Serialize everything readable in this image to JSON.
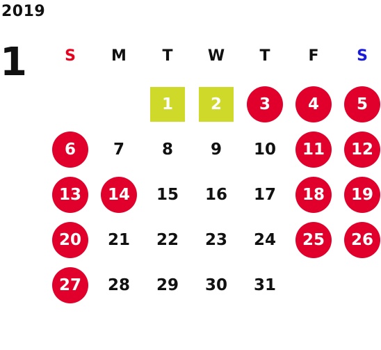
{
  "calendar": {
    "year": "2019",
    "month": "1",
    "weekdays": [
      "S",
      "M",
      "T",
      "W",
      "T",
      "F",
      "S"
    ],
    "colors": {
      "sunday_label": "#e8001c",
      "saturday_label": "#1a1adc",
      "holiday": "#e0002b",
      "highlight": "#cfd92a",
      "text": "#111111"
    },
    "first_weekday": 2,
    "days": [
      {
        "label": "1",
        "style": "highlight"
      },
      {
        "label": "2",
        "style": "highlight"
      },
      {
        "label": "3",
        "style": "holiday"
      },
      {
        "label": "4",
        "style": "holiday"
      },
      {
        "label": "5",
        "style": "holiday"
      },
      {
        "label": "6",
        "style": "holiday"
      },
      {
        "label": "7",
        "style": "plain"
      },
      {
        "label": "8",
        "style": "plain"
      },
      {
        "label": "9",
        "style": "plain"
      },
      {
        "label": "10",
        "style": "plain"
      },
      {
        "label": "11",
        "style": "holiday"
      },
      {
        "label": "12",
        "style": "holiday"
      },
      {
        "label": "13",
        "style": "holiday"
      },
      {
        "label": "14",
        "style": "holiday"
      },
      {
        "label": "15",
        "style": "plain"
      },
      {
        "label": "16",
        "style": "plain"
      },
      {
        "label": "17",
        "style": "plain"
      },
      {
        "label": "18",
        "style": "holiday"
      },
      {
        "label": "19",
        "style": "holiday"
      },
      {
        "label": "20",
        "style": "holiday"
      },
      {
        "label": "21",
        "style": "plain"
      },
      {
        "label": "22",
        "style": "plain"
      },
      {
        "label": "23",
        "style": "plain"
      },
      {
        "label": "24",
        "style": "plain"
      },
      {
        "label": "25",
        "style": "holiday"
      },
      {
        "label": "26",
        "style": "holiday"
      },
      {
        "label": "27",
        "style": "holiday"
      },
      {
        "label": "28",
        "style": "plain"
      },
      {
        "label": "29",
        "style": "plain"
      },
      {
        "label": "30",
        "style": "plain"
      },
      {
        "label": "31",
        "style": "plain"
      }
    ]
  }
}
